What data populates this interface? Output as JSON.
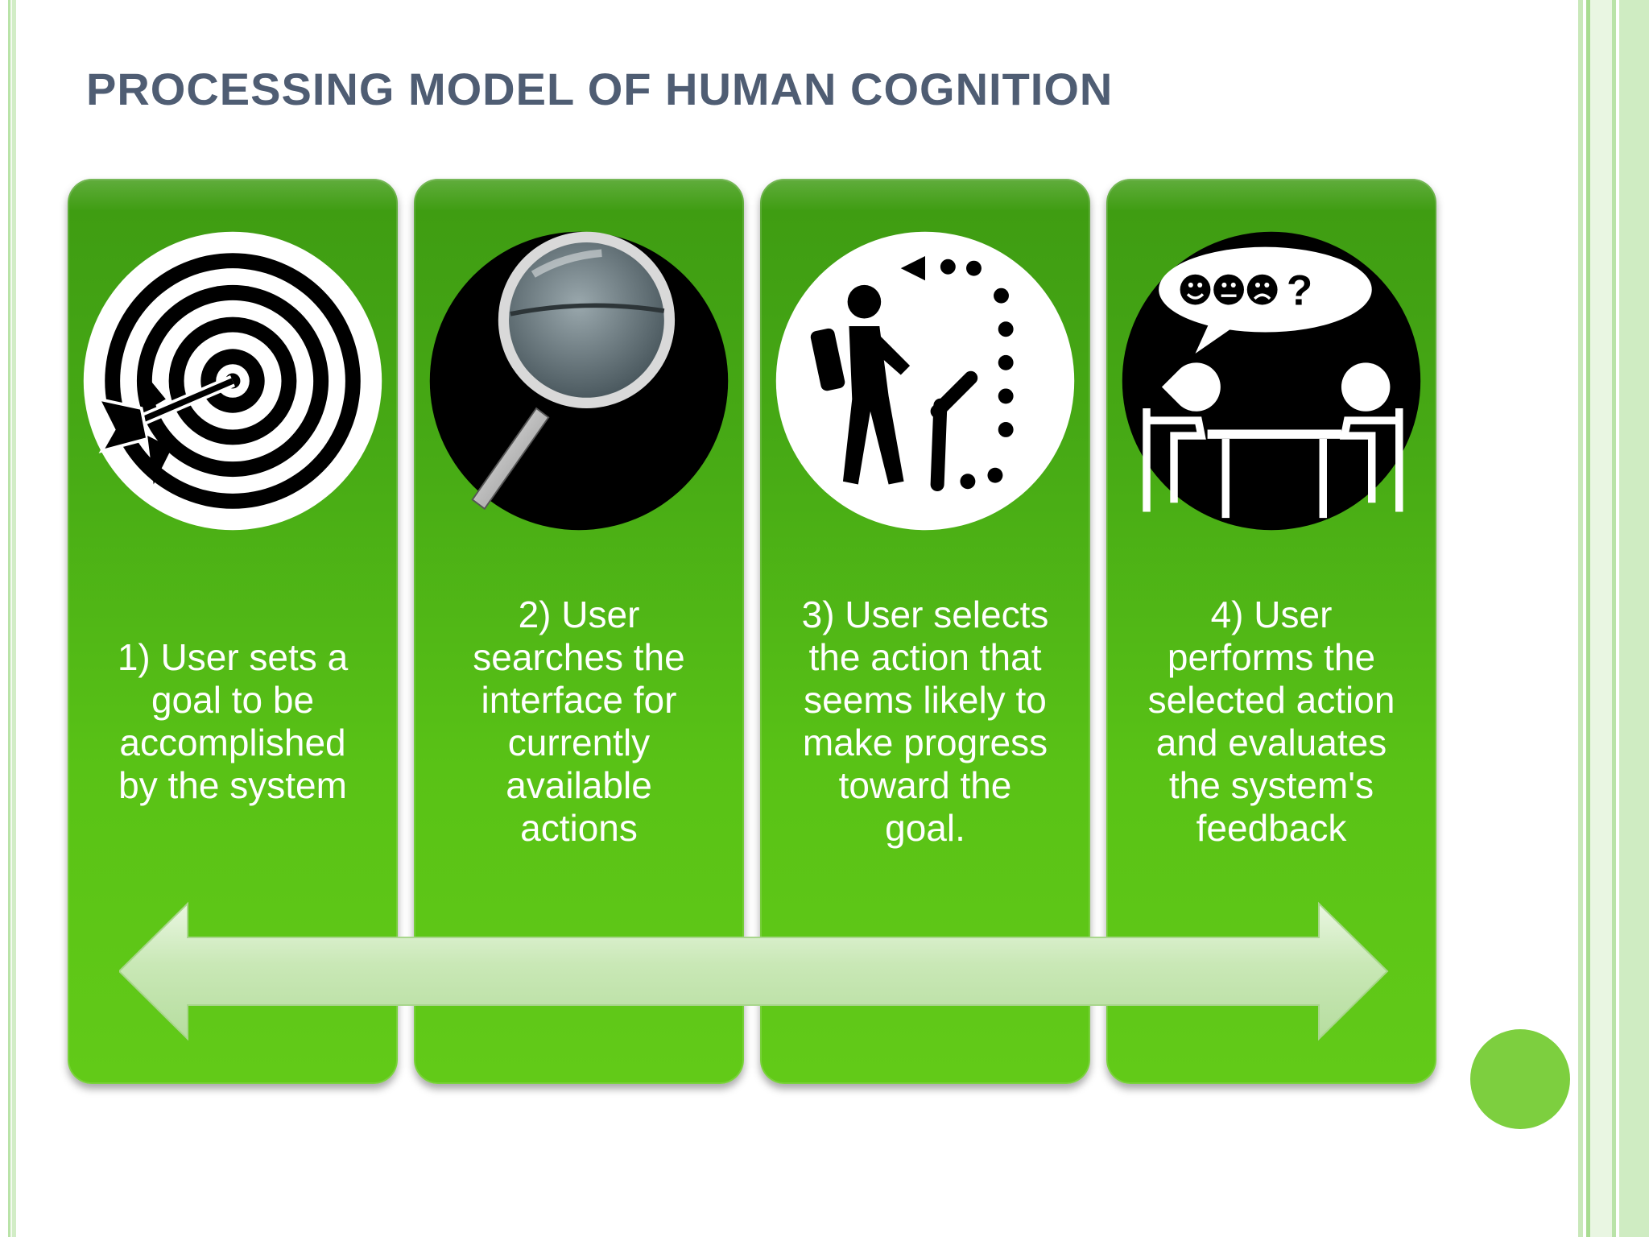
{
  "title": "PROCESSING MODEL OF HUMAN COGNITION",
  "colors": {
    "title": "#4f5d73",
    "panel_green": "#4fb316",
    "arrow_green": "#c7e6b5",
    "accent_dot": "#7dcf3f"
  },
  "steps": [
    {
      "icon": "target-dart-icon",
      "lines": [
        "1) User sets a",
        "goal to be",
        "accomplished",
        "by the system"
      ]
    },
    {
      "icon": "magnifying-glass-icon",
      "lines": [
        "2) User",
        "searches the",
        "interface for",
        "currently",
        "available",
        "actions"
      ]
    },
    {
      "icon": "hiker-path-icon",
      "lines": [
        "3) User selects",
        "the action that",
        "seems likely to",
        "make progress",
        "toward the",
        "goal."
      ]
    },
    {
      "icon": "conversation-feedback-icon",
      "lines": [
        "4) User",
        "performs the",
        "selected action",
        "and evaluates",
        "the system's",
        "feedback"
      ]
    }
  ],
  "speech_bubble_text": "?"
}
